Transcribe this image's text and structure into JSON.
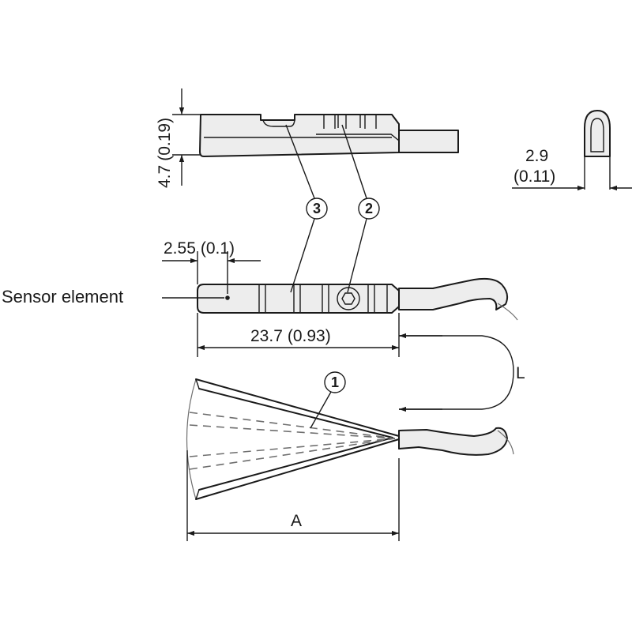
{
  "labels": {
    "sensor_element": "Sensor element",
    "dim_length": "23.7",
    "dim_length_inch": "(0.93)",
    "dim_offset": "2.55",
    "dim_offset_inch": "(0.1)",
    "dim_height": "4.7",
    "dim_height_inch": "(0.19)",
    "dim_width": "2.9",
    "dim_width_inch": "(0.11)",
    "dim_cable": "L",
    "dim_spread": "A"
  },
  "callouts": {
    "c1": "1",
    "c2": "2",
    "c3": "3"
  }
}
